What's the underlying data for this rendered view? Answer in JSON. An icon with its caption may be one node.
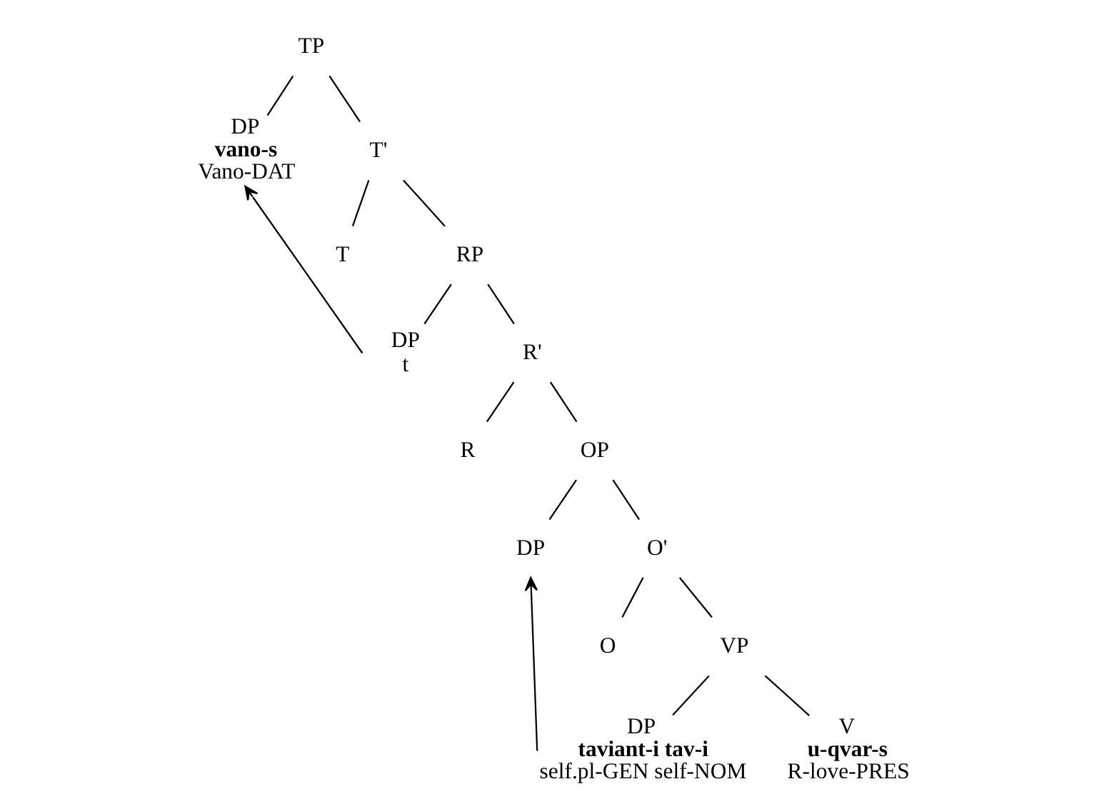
{
  "diagram": {
    "nodes": [
      {
        "text": [
          "TP"
        ]
      },
      {
        "text": [
          "DP",
          "vano-s",
          "Vano-DAT"
        ]
      },
      {
        "text": [
          "T'"
        ]
      },
      {
        "text": [
          "T"
        ]
      },
      {
        "text": [
          "RP"
        ]
      },
      {
        "text": [
          "DP",
          "t"
        ]
      },
      {
        "text": [
          "R'"
        ]
      },
      {
        "text": [
          "R"
        ]
      },
      {
        "text": [
          "OP"
        ]
      },
      {
        "text": [
          "DP"
        ]
      },
      {
        "text": [
          "O'"
        ]
      },
      {
        "text": [
          "O"
        ]
      },
      {
        "text": [
          "VP"
        ]
      },
      {
        "text": [
          "DP",
          "taviant-i tav-i",
          "self.pl-GEN self-NOM"
        ]
      },
      {
        "text": [
          "V",
          "u-qvar-s",
          "R-love-PRES"
        ]
      }
    ],
    "edges": [
      {
        "from": 0,
        "to": 1,
        "arrow": "none"
      },
      {
        "from": 0,
        "to": 2,
        "arrow": "none"
      },
      {
        "from": 2,
        "to": 3,
        "arrow": "none"
      },
      {
        "from": 2,
        "to": 4,
        "arrow": "none"
      },
      {
        "from": 4,
        "to": 5,
        "arrow": "none"
      },
      {
        "from": 4,
        "to": 6,
        "arrow": "none"
      },
      {
        "from": 6,
        "to": 7,
        "arrow": "none"
      },
      {
        "from": 6,
        "to": 8,
        "arrow": "none"
      },
      {
        "from": 8,
        "to": 9,
        "arrow": "none"
      },
      {
        "from": 8,
        "to": 10,
        "arrow": "none"
      },
      {
        "from": 10,
        "to": 11,
        "arrow": "none"
      },
      {
        "from": 10,
        "to": 12,
        "arrow": "none"
      },
      {
        "from": 12,
        "to": 13,
        "arrow": "none"
      },
      {
        "from": 12,
        "to": 14,
        "arrow": "none"
      },
      {
        "from": 5,
        "to": 1,
        "arrow": "to"
      },
      {
        "from": 13,
        "to": 9,
        "arrow": "to"
      }
    ]
  }
}
